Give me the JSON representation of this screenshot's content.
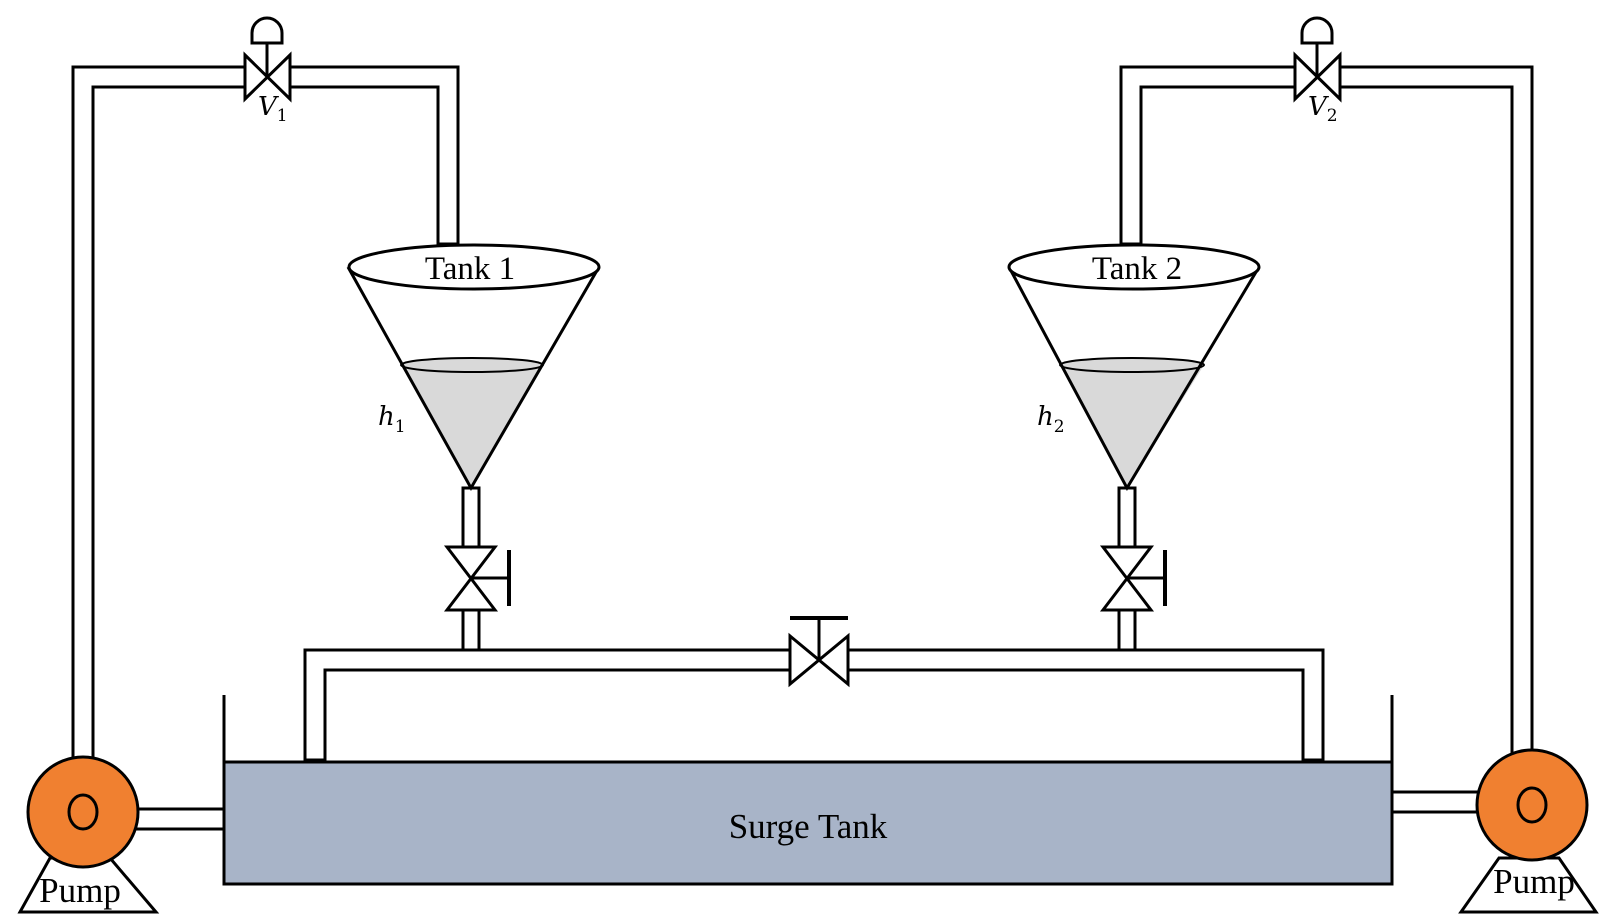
{
  "labels": {
    "tank1": "Tank 1",
    "tank2": "Tank 2",
    "surge_tank": "Surge Tank",
    "pump_left": "Pump",
    "pump_right": "Pump",
    "valve1_var": "V",
    "valve1_sub": "1",
    "valve2_var": "V",
    "valve2_sub": "2",
    "h1_var": "h",
    "h1_sub": "1",
    "h2_var": "h",
    "h2_sub": "2"
  },
  "colors": {
    "pump_fill": "#f08030",
    "surge_fill": "#a8b4c8",
    "liquid_fill": "#d9d9d9",
    "line": "#000000"
  }
}
